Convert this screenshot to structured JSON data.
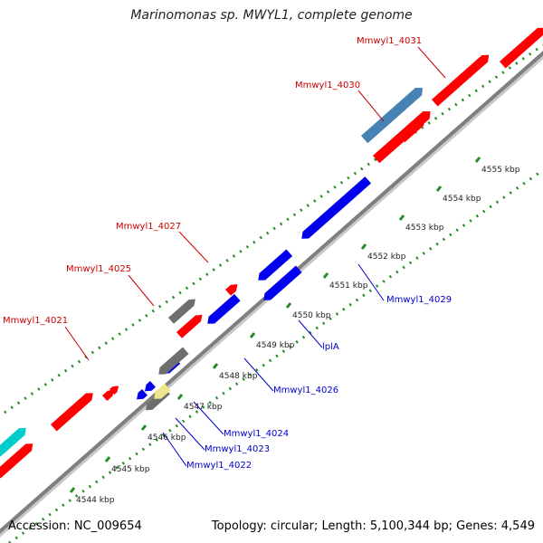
{
  "title": "Marinomonas sp. MWYL1, complete genome",
  "accession": "Accession: NC_009654",
  "topology": "Topology: circular; Length: 5,100,344 bp; Genes: 4,549",
  "colors": {
    "backbone": "#7f7f7f",
    "tick": "#228b22",
    "red": "#ff0000",
    "blue": "#0000ee",
    "steelblue": "#4682b4",
    "gray": "#6e6e6e",
    "cyan": "#00cccc",
    "khaki": "#f0e68c",
    "label_red": "#cc0000",
    "label_blue": "#0000cc"
  },
  "scale_labels": [
    "4544 kbp",
    "4545 kbp",
    "4546 kbp",
    "4547 kbp",
    "4548 kbp",
    "4549 kbp",
    "4550 kbp",
    "4551 kbp",
    "4552 kbp",
    "4553 kbp",
    "4554 kbp",
    "4555 kbp"
  ],
  "gene_labels": [
    {
      "text": "Mmwyl1_4031",
      "color": "red"
    },
    {
      "text": "Mmwyl1_4030",
      "color": "red"
    },
    {
      "text": "Mmwyl1_4027",
      "color": "red"
    },
    {
      "text": "Mmwyl1_4025",
      "color": "red"
    },
    {
      "text": "Mmwyl1_4021",
      "color": "red"
    },
    {
      "text": "Mmwyl1_4029",
      "color": "blue"
    },
    {
      "text": "lplA",
      "color": "blue"
    },
    {
      "text": "Mmwyl1_4026",
      "color": "blue"
    },
    {
      "text": "Mmwyl1_4024",
      "color": "blue"
    },
    {
      "text": "Mmwyl1_4023",
      "color": "blue"
    },
    {
      "text": "Mmwyl1_4022",
      "color": "blue"
    }
  ],
  "features": [
    {
      "color": "red",
      "strand": "+"
    },
    {
      "color": "red",
      "strand": "+"
    },
    {
      "color": "steelblue",
      "strand": "+"
    },
    {
      "color": "red",
      "strand": "+"
    },
    {
      "color": "red",
      "strand": "+"
    },
    {
      "color": "red",
      "strand": "+"
    },
    {
      "color": "gray",
      "strand": "+"
    },
    {
      "color": "red",
      "strand": "+"
    },
    {
      "color": "red",
      "strand": "+"
    },
    {
      "color": "red",
      "strand": "+"
    },
    {
      "color": "red",
      "strand": "+"
    },
    {
      "color": "cyan",
      "strand": "+"
    },
    {
      "color": "red",
      "strand": "+"
    },
    {
      "color": "blue",
      "strand": "-"
    },
    {
      "color": "blue",
      "strand": "-"
    },
    {
      "color": "blue",
      "strand": "-"
    },
    {
      "color": "blue",
      "strand": "-"
    },
    {
      "color": "blue",
      "strand": "-"
    },
    {
      "color": "blue",
      "strand": "-"
    },
    {
      "color": "blue",
      "strand": "-"
    },
    {
      "color": "gray",
      "strand": "-"
    },
    {
      "color": "khaki",
      "strand": "-"
    },
    {
      "color": "gray",
      "strand": "-"
    }
  ]
}
